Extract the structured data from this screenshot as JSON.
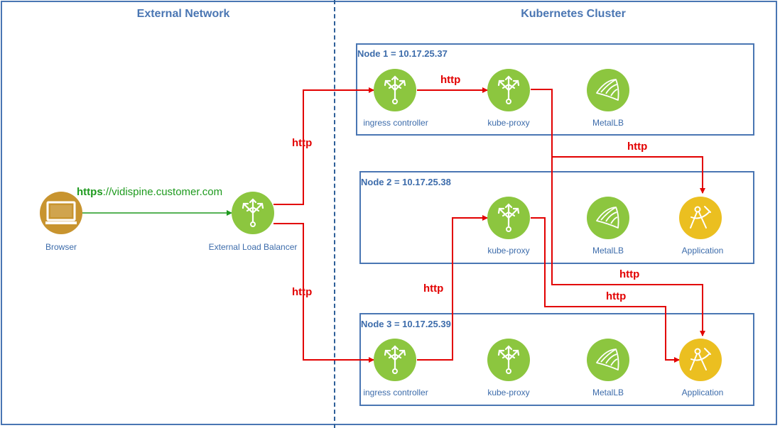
{
  "zones": {
    "external_title": "External Network",
    "cluster_title": "Kubernetes Cluster"
  },
  "nodes": [
    {
      "title": "Node 1 = 10.17.25.37"
    },
    {
      "title": "Node 2 = 10.17.25.38"
    },
    {
      "title": "Node 3 = 10.17.25.39"
    }
  ],
  "components": {
    "browser": "Browser",
    "load_balancer": "External Load Balancer",
    "ingress_controller": "ingress controller",
    "kube_proxy": "kube-proxy",
    "metallb": "MetalLB",
    "application": "Application"
  },
  "url": {
    "scheme": "https",
    "rest": "://vidispine.customer.com"
  },
  "protocol_label": "http",
  "colors": {
    "frame": "#4a76b3",
    "green_icon": "#8cc63f",
    "yellow_icon": "#ebbf20",
    "browser_icon": "#c8942f",
    "http_arrow": "#e20000",
    "https_arrow": "#1e9a1e"
  },
  "icons": {
    "browser": "monitor-icon",
    "load_balancer": "load-balancer-icon",
    "ingress_controller": "load-balancer-icon",
    "kube_proxy": "load-balancer-icon",
    "metallb": "sail-icon",
    "application": "compass-icon"
  }
}
